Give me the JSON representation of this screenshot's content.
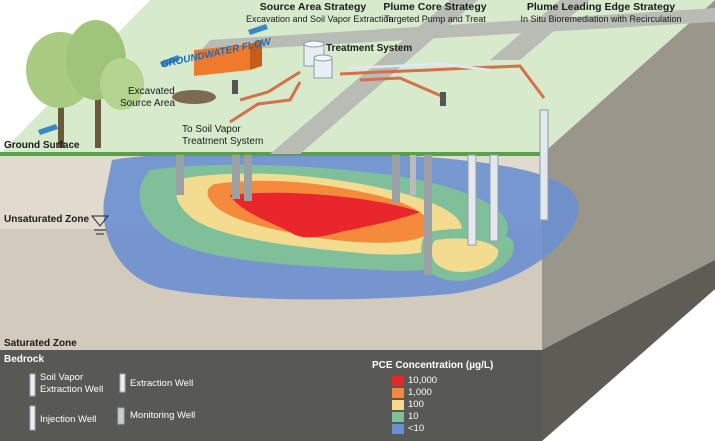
{
  "strategies": [
    {
      "title": "Source Area Strategy",
      "subtitle": "Excavation and Soil Vapor Extraction"
    },
    {
      "title": "Plume Core Strategy",
      "subtitle": "Targeted Pump and Treat"
    },
    {
      "title": "Plume Leading Edge Strategy",
      "subtitle": "In Situ Bioremediation with Recirculation"
    }
  ],
  "labels": {
    "groundwater_flow": "GROUNDWATER FLOW",
    "treatment_system": "Treatment System",
    "excavated_source_area": [
      "Excavated",
      "Source Area"
    ],
    "svt_system": [
      "To Soil Vapor",
      "Treatment System"
    ],
    "ground_surface": "Ground Surface",
    "unsaturated_zone": "Unsaturated Zone",
    "saturated_zone": "Saturated Zone",
    "bedrock": "Bedrock"
  },
  "well_legend": [
    {
      "icon": "soil-vapor-extraction-well-icon",
      "label": [
        "Soil Vapor",
        "Extraction Well"
      ]
    },
    {
      "icon": "extraction-well-icon",
      "label": [
        "Extraction Well"
      ]
    },
    {
      "icon": "injection-well-icon",
      "label": [
        "Injection Well"
      ]
    },
    {
      "icon": "monitoring-well-icon",
      "label": [
        "Monitoring Well"
      ]
    }
  ],
  "concentration_legend": {
    "title": "PCE Concentration (µg/L)",
    "items": [
      {
        "label": "10,000",
        "color": "#e8262b"
      },
      {
        "label": "1,000",
        "color": "#f58a3c"
      },
      {
        "label": "100",
        "color": "#f3dc8f"
      },
      {
        "label": "10",
        "color": "#7fc09a"
      },
      {
        "label": "<10",
        "color": "#6c8fcf"
      }
    ]
  },
  "colors": {
    "ground_surface": "#d7ebcc",
    "unsaturated_zone": "#e1dbcf",
    "saturated_zone": "#d2cbbd",
    "bedrock": "#585854",
    "pipe": "#d4704a"
  }
}
